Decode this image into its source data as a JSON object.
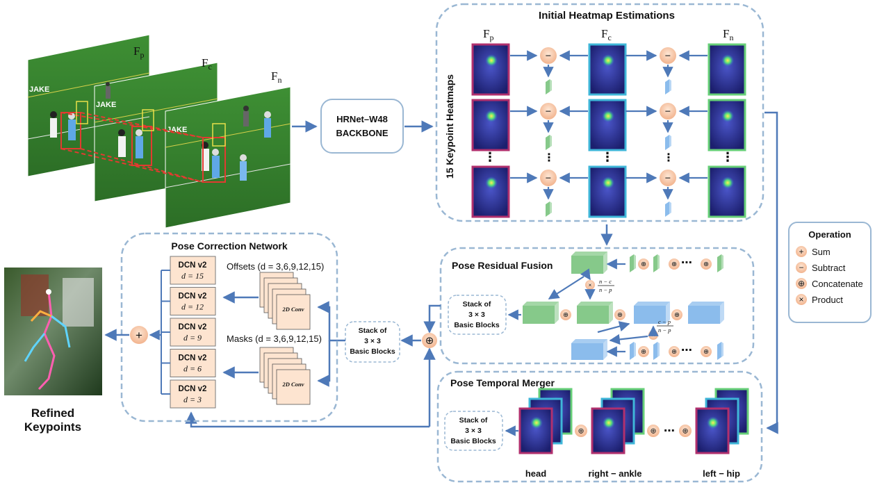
{
  "input_frames": {
    "labels": [
      "F",
      "F",
      "F"
    ],
    "subscripts": [
      "p",
      "c",
      "n"
    ],
    "jersey_text": "JAKE"
  },
  "backbone": {
    "line1": "HRNet–W48",
    "line2": "BACKBONE"
  },
  "heatmap_panel": {
    "title": "Initial Heatmap Estimations",
    "side_label": "15 Keypoint Heatmaps",
    "columns": [
      "F",
      "F",
      "F"
    ],
    "column_subs": [
      "p",
      "c",
      "n"
    ],
    "ellipsis": "⋮"
  },
  "operation_legend": {
    "title": "Operation",
    "items": [
      {
        "symbol": "+",
        "label": "Sum"
      },
      {
        "symbol": "−",
        "label": "Subtract"
      },
      {
        "symbol": "⊕",
        "label": "Concatenate"
      },
      {
        "symbol": "×",
        "label": "Product"
      }
    ]
  },
  "pose_residual_fusion": {
    "title": "Pose Residual Fusion",
    "stack_lines": [
      "Stack of",
      "3 × 3",
      "Basic Blocks"
    ],
    "weight1_num": "n − c",
    "weight1_den": "n − p",
    "weight2_num": "c − p",
    "weight2_den": "n − p",
    "ellipsis": "⋯"
  },
  "pose_temporal_merger": {
    "title": "Pose Temporal Merger",
    "stack_lines": [
      "Stack of",
      "3 × 3",
      "Basic Blocks"
    ],
    "group_labels": [
      "head",
      "right − ankle",
      "left − hip"
    ],
    "ellipsis": "⋯"
  },
  "middle_stack": {
    "lines": [
      "Stack of",
      "3 × 3",
      "Basic Blocks"
    ]
  },
  "pose_correction": {
    "title": "Pose Correction Network",
    "dcn_title": "DCN v2",
    "dilations": [
      "d = 15",
      "d = 12",
      "d = 9",
      "d = 6",
      "d = 3"
    ],
    "offsets_label": "Offsets (d = 3,6,9,12,15)",
    "masks_label": "Masks (d = 3,6,9,12,15)",
    "conv_label": "2D Conv"
  },
  "output": {
    "line1": "Refined",
    "line2": "Keypoints"
  },
  "colors": {
    "dashed_border": "#9ab7d3",
    "arrow": "#4e79b8",
    "op_fill": "#f6c7a6",
    "dcn_fill": "#fde4d0",
    "green": "#86c98a",
    "blue": "#8bbcec",
    "frame_p": "#b0306e",
    "frame_c": "#3fb6d8",
    "frame_n": "#67cf78"
  }
}
